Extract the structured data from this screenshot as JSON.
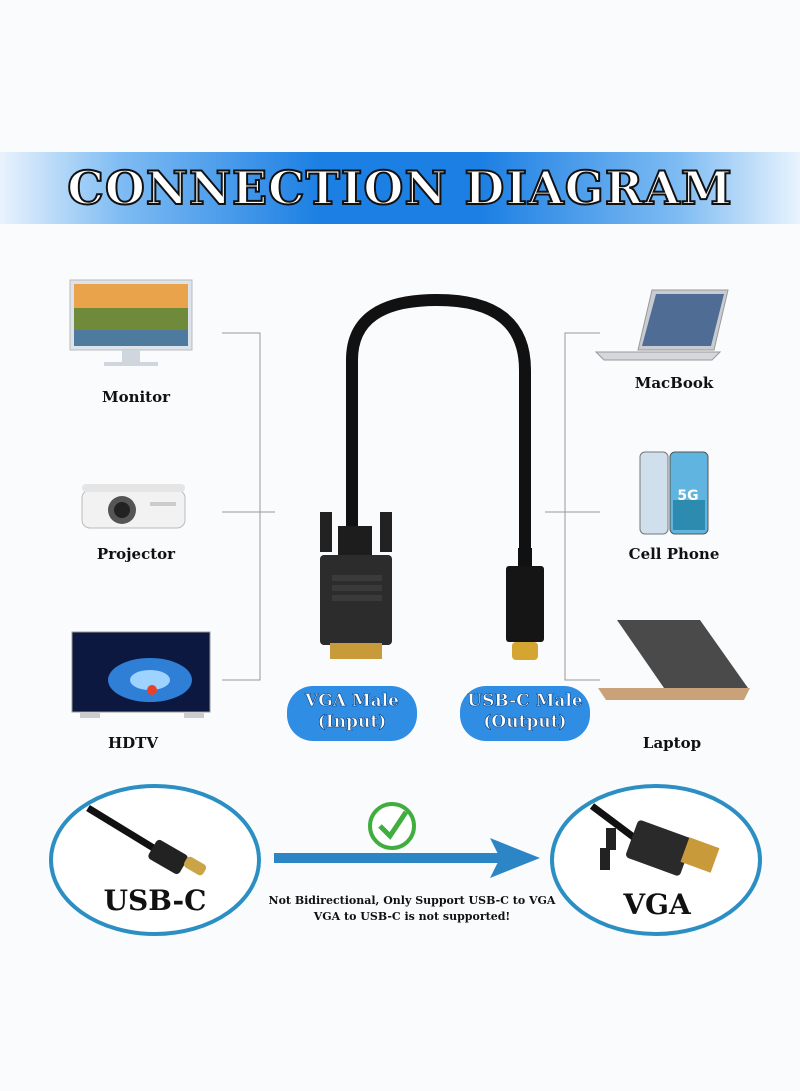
{
  "header": {
    "title": "CONNECTION DIAGRAM"
  },
  "left_devices": [
    {
      "label": "Monitor",
      "icon": "monitor-icon"
    },
    {
      "label": "Projector",
      "icon": "projector-icon"
    },
    {
      "label": "HDTV",
      "icon": "tv-icon"
    }
  ],
  "right_devices": [
    {
      "label": "MacBook",
      "icon": "macbook-icon"
    },
    {
      "label": "Cell Phone",
      "icon": "phone-icon"
    },
    {
      "label": "Laptop",
      "icon": "laptop-icon"
    }
  ],
  "connectors": {
    "vga": {
      "line1": "VGA Male",
      "line2": "(Input)"
    },
    "usbc": {
      "line1": "USB-C Male",
      "line2": "(Output)"
    }
  },
  "direction": {
    "from": "USB-C",
    "to": "VGA",
    "note_line1": "Not Bidirectional, Only Support USB-C to VGA",
    "note_line2": "VGA to USB-C is not supported!"
  },
  "colors": {
    "accent_blue": "#1c7fe3",
    "pill_blue": "#2f8de4",
    "check_green": "#3fae3f",
    "oval_border": "#2b8fc4"
  }
}
